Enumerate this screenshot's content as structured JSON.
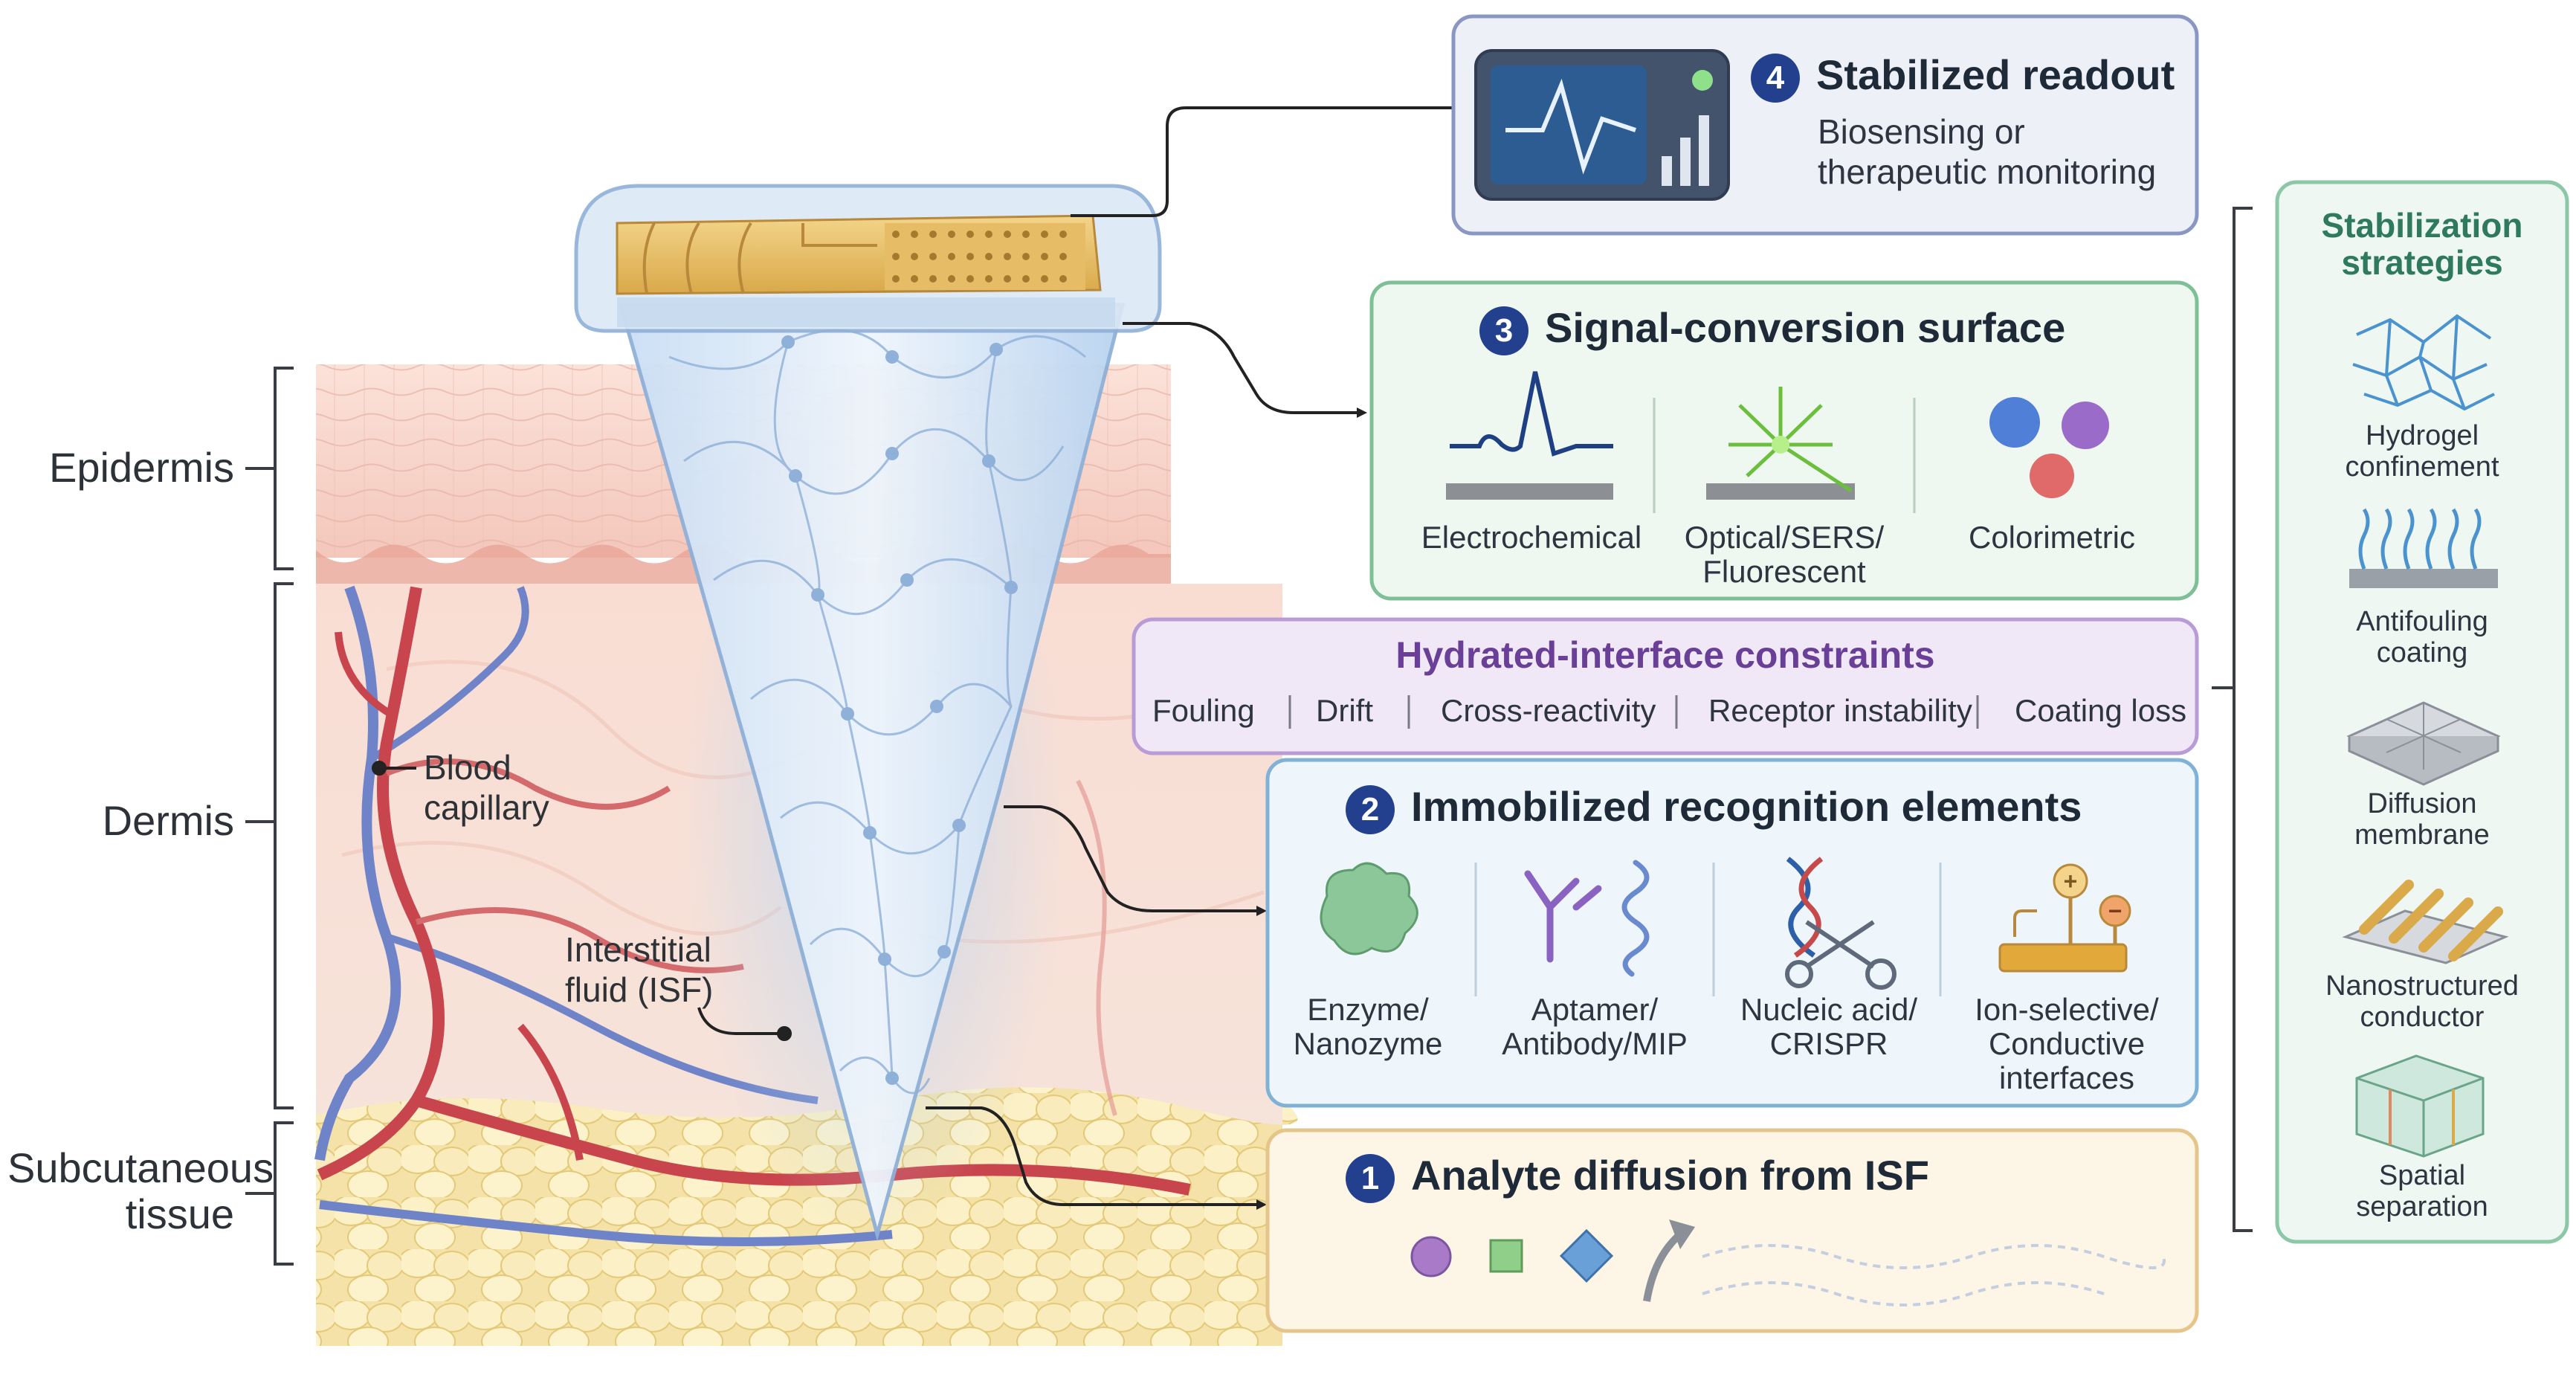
{
  "skin_layers": {
    "epidermis": "Epidermis",
    "dermis": "Dermis",
    "subcutaneous": "Subcutaneous tissue"
  },
  "annotations": {
    "blood_capillary": "Blood capillary",
    "isf": "Interstitial fluid (ISF)"
  },
  "stabilized_readout": {
    "number": "4",
    "title": "Stabilized readout",
    "subtitle_line1": "Biosensing or",
    "subtitle_line2": "therapeutic monitoring"
  },
  "signal_conversion": {
    "number": "3",
    "title": "Signal-conversion surface",
    "items": [
      {
        "line1": "Electrochemical",
        "line2": "",
        "icon": "electrochemical-peak-icon"
      },
      {
        "line1": "Optical/SERS/",
        "line2": "Fluorescent",
        "icon": "optical-burst-icon"
      },
      {
        "line1": "Colorimetric",
        "line2": "",
        "icon": "color-spheres-icon"
      }
    ]
  },
  "constraints": {
    "title": "Hydrated-interface constraints",
    "items": [
      "Fouling",
      "Drift",
      "Cross-reactivity",
      "Receptor instability",
      "Coating loss"
    ]
  },
  "recognition": {
    "number": "2",
    "title": "Immobilized recognition elements",
    "items": [
      {
        "line1": "Enzyme/",
        "line2": "Nanozyme",
        "line3": "",
        "icon": "enzyme-icon"
      },
      {
        "line1": "Aptamer/",
        "line2": "Antibody/MIP",
        "line3": "",
        "icon": "antibody-aptamer-icon"
      },
      {
        "line1": "Nucleic acid/",
        "line2": "CRISPR",
        "line3": "",
        "icon": "dna-scissors-icon"
      },
      {
        "line1": "Ion-selective/",
        "line2": "Conductive",
        "line3": "interfaces",
        "icon": "ion-selective-icon"
      }
    ]
  },
  "diffusion": {
    "number": "1",
    "title": "Analyte diffusion from ISF"
  },
  "strategies": {
    "title_line1": "Stabilization",
    "title_line2": "strategies",
    "items": [
      {
        "line1": "Hydrogel",
        "line2": "confinement",
        "icon": "hydrogel-network-icon"
      },
      {
        "line1": "Antifouling",
        "line2": "coating",
        "icon": "antifouling-brush-icon"
      },
      {
        "line1": "Diffusion",
        "line2": "membrane",
        "icon": "diffusion-membrane-icon"
      },
      {
        "line1": "Nanostructured",
        "line2": "conductor",
        "icon": "nanostructured-conductor-icon"
      },
      {
        "line1": "Spatial",
        "line2": "separation",
        "icon": "spatial-separation-icon"
      }
    ]
  },
  "colors": {
    "badge": "#23408e",
    "readout_border": "#8a97c4",
    "signal_border": "#7fbf96",
    "constraint_border": "#b99bd6",
    "recognition_border": "#7fb2d6",
    "diffusion_border": "#e5c58a",
    "strategy_border": "#8cc7a8"
  }
}
